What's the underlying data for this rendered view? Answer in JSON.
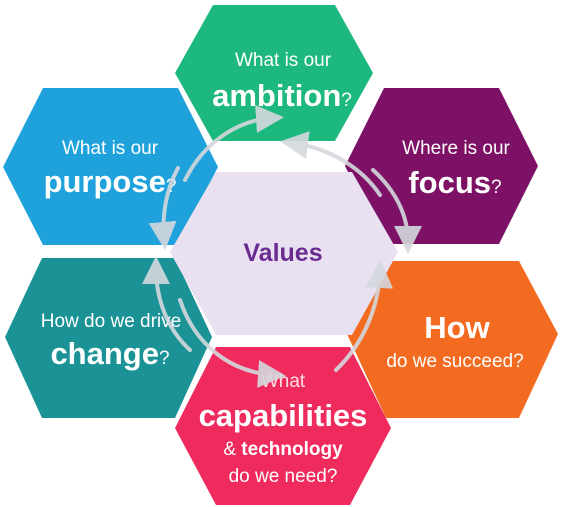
{
  "colors": {
    "ambition": "#1db87e",
    "focus": "#7d1166",
    "how": "#f26b21",
    "capabilities": "#ef2a5c",
    "change": "#1a9296",
    "purpose": "#1fa2dc",
    "values_fill": "#e9e1f2",
    "values_text": "#6a2c91",
    "cycle_arrows": "#d4d8dd"
  },
  "hexagons": {
    "ambition": {
      "line1": "What is our",
      "emphasis": "ambition",
      "suffix": "?"
    },
    "focus": {
      "line1": "Where is our",
      "emphasis": "focus",
      "suffix": "?"
    },
    "how": {
      "emphasis": "How",
      "line2": "do we succeed?"
    },
    "capabilities": {
      "line1": "What",
      "emphasis": "capabilities",
      "amp": "& ",
      "technology": "technology",
      "line4": "do we need?"
    },
    "change": {
      "line1": "How do we drive",
      "emphasis": "change",
      "suffix": "?"
    },
    "purpose": {
      "line1": "What is our",
      "emphasis": "purpose",
      "suffix": "?"
    },
    "values": {
      "label": "Values"
    }
  }
}
